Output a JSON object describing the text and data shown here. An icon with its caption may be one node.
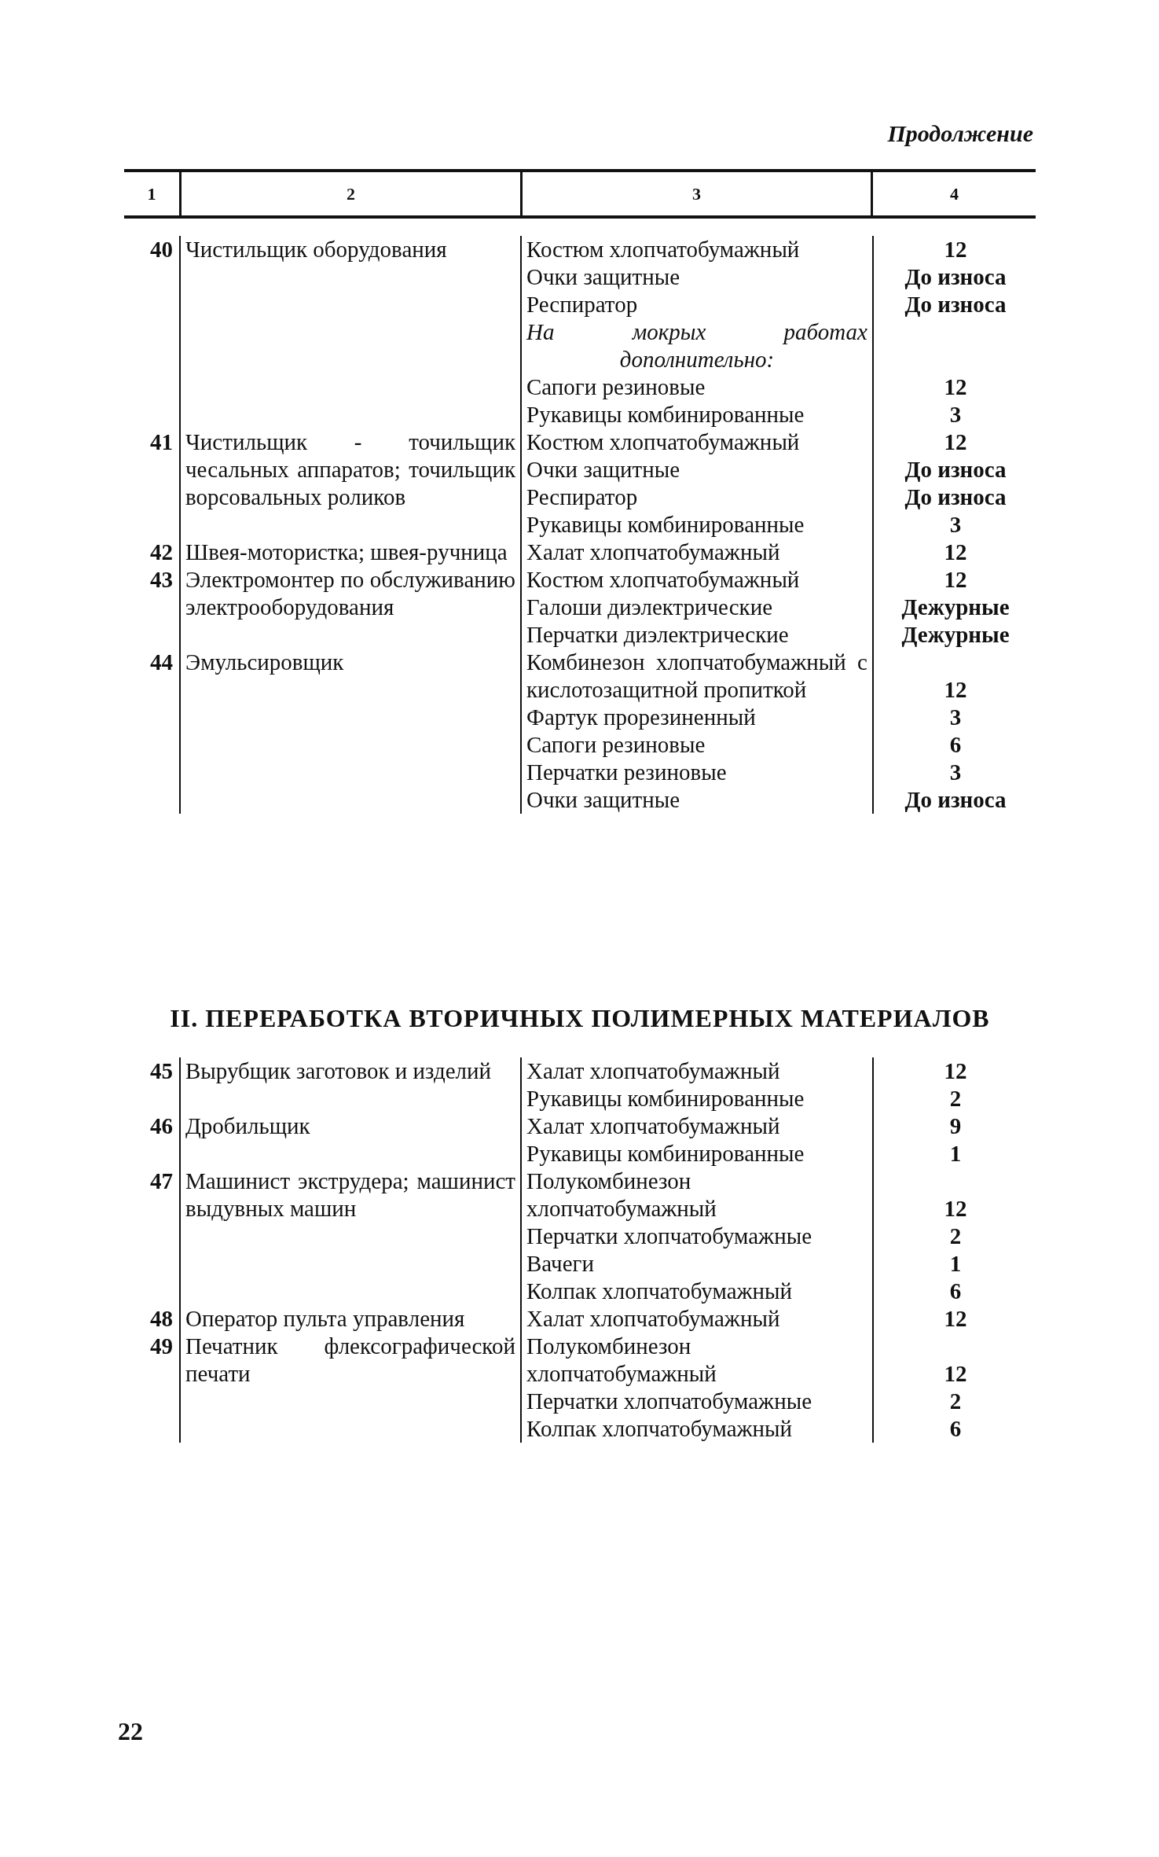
{
  "diagram": {
    "labels": [
      "Продолжение",
      "1",
      "2",
      "3",
      "4",
      "40",
      "Чистильщик оборудования",
      "Костюм хлопчатобумажный",
      "12",
      "Очки защитные",
      "До износа",
      "Респиратор",
      "До износа",
      "На мокрых работах дополнительно:",
      "Сапоги резиновые",
      "12",
      "Рукавицы комбинированные",
      "3",
      "41",
      "Чистильщик - точильщик чесальных аппаратов; точильщик ворсовальных роликов",
      "Костюм хлопчатобумажный",
      "12",
      "Очки защитные",
      "До износа",
      "Респиратор",
      "До износа",
      "Рукавицы комбинированные",
      "3",
      "42",
      "Швея-мотористка; швея-ручница",
      "Халат хлопчатобумажный",
      "12",
      "43",
      "Электромонтер по обслуживанию электрооборудования",
      "Костюм хлопчатобумажный",
      "12",
      "Галоши диэлектрические",
      "Дежурные",
      "Перчатки диэлектрические",
      "Дежурные",
      "44",
      "Эмульсировщик",
      "Комбинезон хлопчатобумажный с кислотозащитной пропиткой",
      "12",
      "Фартук прорезиненный",
      "3",
      "Сапоги резиновые",
      "6",
      "Перчатки резиновые",
      "3",
      "Очки защитные",
      "До износа",
      "II. ПЕРЕРАБОТКА ВТОРИЧНЫХ ПОЛИМЕРНЫХ МАТЕРИАЛОВ",
      "45",
      "Вырубщик заготовок и изделий",
      "Халат хлопчатобумажный",
      "12",
      "Рукавицы комбинированные",
      "2",
      "46",
      "Дробильщик",
      "Халат хлопчатобумажный",
      "9",
      "Рукавицы комбинированные",
      "1",
      "47",
      "Машинист экструдера; машинист выдувных машин",
      "Полукомбинезон хлопчатобумажный",
      "12",
      "Перчатки хлопчатобумажные",
      "2",
      "Вачеги",
      "1",
      "Колпак хлопчатобумажный",
      "6",
      "48",
      "Оператор пульта управления",
      "Халат хлопчатобумажный",
      "12",
      "49",
      "Печатник флексографической печати",
      "Полукомбинезон хлопчатобумажный",
      "12",
      "Перчатки хлопчатобумажные",
      "2",
      "Колпак хлопчатобумажный",
      "6",
      "22"
    ]
  }
}
